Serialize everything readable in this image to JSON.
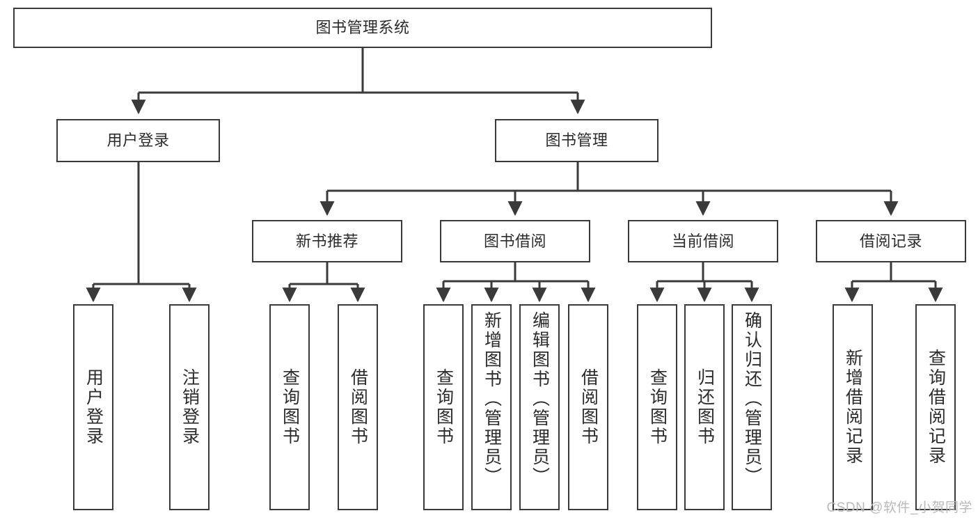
{
  "diagram": {
    "title": "图书管理系统",
    "type": "tree",
    "watermark": "CSDN @软件_小贺同学",
    "stroke_color": "#3a3a3a",
    "fill_color": "#ffffff",
    "text_color": "#2b2b2b",
    "watermark_color": "#b9b9b9"
  },
  "nodes": {
    "root": {
      "label": "图书管理系统",
      "level": 0
    },
    "l1": [
      {
        "id": "user_login",
        "label": "用户登录",
        "level": 1
      },
      {
        "id": "book_mgmt",
        "label": "图书管理",
        "level": 1
      }
    ],
    "l2": [
      {
        "id": "new_book_rec",
        "label": "新书推荐",
        "level": 2,
        "parent": "book_mgmt"
      },
      {
        "id": "book_borrow",
        "label": "图书借阅",
        "level": 2,
        "parent": "book_mgmt"
      },
      {
        "id": "current_borrow",
        "label": "当前借阅",
        "level": 2,
        "parent": "book_mgmt"
      },
      {
        "id": "borrow_record",
        "label": "借阅记录",
        "level": 2,
        "parent": "book_mgmt"
      }
    ],
    "leaves": [
      {
        "id": "leaf_user_login",
        "label": "用户登录",
        "parent": "user_login"
      },
      {
        "id": "leaf_user_logout",
        "label": "注销登录",
        "parent": "user_login"
      },
      {
        "id": "leaf_query_book_1",
        "label": "查询图书",
        "parent": "new_book_rec"
      },
      {
        "id": "leaf_borrow_book_1",
        "label": "借阅图书",
        "parent": "new_book_rec"
      },
      {
        "id": "leaf_query_book_2",
        "label": "查询图书",
        "parent": "book_borrow"
      },
      {
        "id": "leaf_add_book",
        "label": "新增图书（管理员）",
        "parent": "book_borrow"
      },
      {
        "id": "leaf_edit_book",
        "label": "编辑图书（管理员）",
        "parent": "book_borrow"
      },
      {
        "id": "leaf_borrow_book_2",
        "label": "借阅图书",
        "parent": "book_borrow"
      },
      {
        "id": "leaf_query_book_3",
        "label": "查询图书",
        "parent": "current_borrow"
      },
      {
        "id": "leaf_return_book",
        "label": "归还图书",
        "parent": "current_borrow"
      },
      {
        "id": "leaf_confirm_return",
        "label": "确认归还（管理员）",
        "parent": "current_borrow"
      },
      {
        "id": "leaf_add_record",
        "label": "新增借阅记录",
        "parent": "borrow_record"
      },
      {
        "id": "leaf_query_record",
        "label": "查询借阅记录",
        "parent": "borrow_record"
      }
    ]
  }
}
